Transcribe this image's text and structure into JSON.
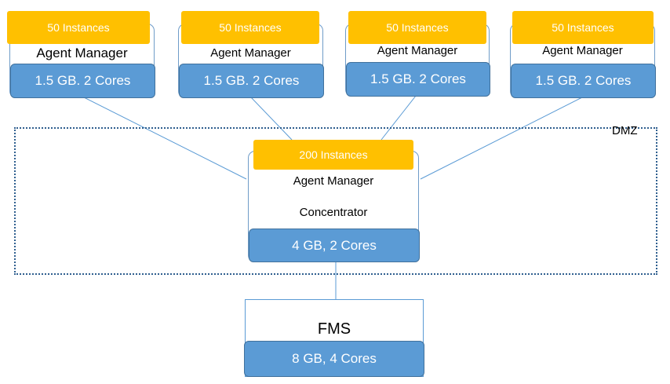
{
  "zone": {
    "label": "DMZ"
  },
  "managers": [
    {
      "instances": "50 Instances",
      "title": "Agent Manager",
      "specs": "1.5 GB. 2 Cores"
    },
    {
      "instances": "50 Instances",
      "title": "Agent Manager",
      "specs": "1.5 GB. 2 Cores"
    },
    {
      "instances": "50 Instances",
      "title": "Agent Manager",
      "specs": "1.5 GB. 2 Cores"
    },
    {
      "instances": "50 Instances",
      "title": "Agent Manager",
      "specs": "1.5 GB. 2 Cores"
    }
  ],
  "concentrator": {
    "instances": "200 Instances",
    "title": "Agent Manager",
    "subtitle": "Concentrator",
    "specs": "4 GB, 2 Cores"
  },
  "fms": {
    "title": "FMS",
    "specs": "8 GB, 4 Cores"
  },
  "colors": {
    "instances_badge": "#ffc000",
    "spec_box": "#5b9bd5",
    "border": "#6f9cc8",
    "connector": "#5b9bd5",
    "dmz_border": "#2f5f8f"
  }
}
